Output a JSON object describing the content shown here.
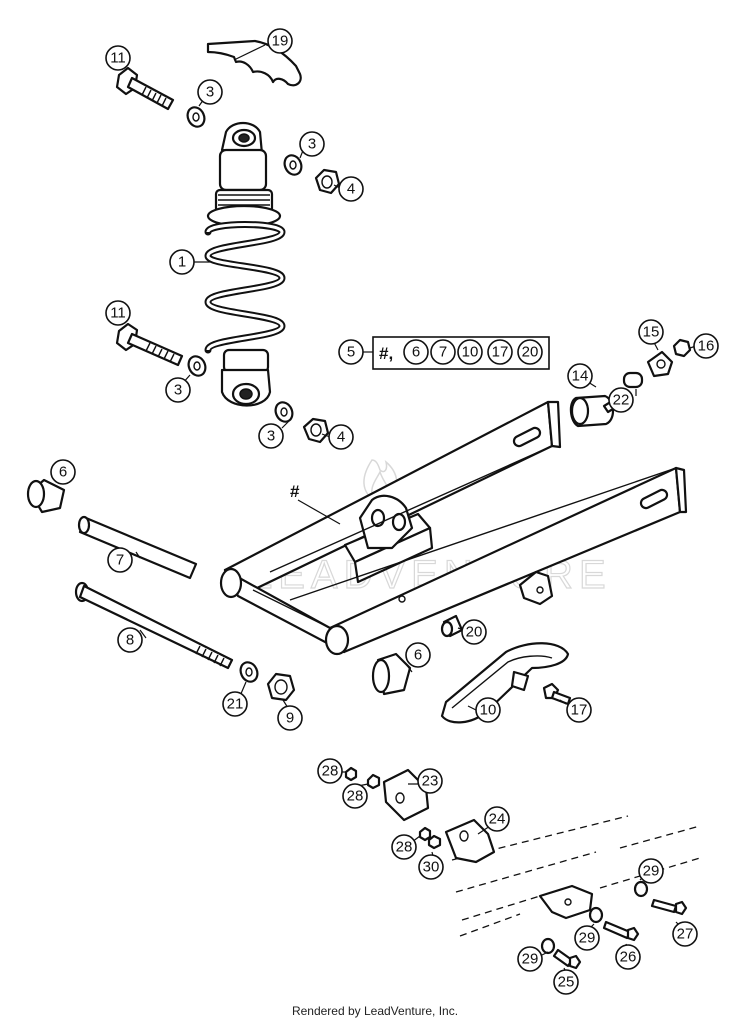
{
  "diagram": {
    "callouts": [
      {
        "id": "c11a",
        "label": "11"
      },
      {
        "id": "c19",
        "label": "19"
      },
      {
        "id": "c3a",
        "label": "3"
      },
      {
        "id": "c3b",
        "label": "3"
      },
      {
        "id": "c4a",
        "label": "4"
      },
      {
        "id": "c1",
        "label": "1"
      },
      {
        "id": "c11b",
        "label": "11"
      },
      {
        "id": "c3c",
        "label": "3"
      },
      {
        "id": "c3d",
        "label": "3"
      },
      {
        "id": "c4b",
        "label": "4"
      },
      {
        "id": "c15",
        "label": "15"
      },
      {
        "id": "c16",
        "label": "16"
      },
      {
        "id": "c14",
        "label": "14"
      },
      {
        "id": "c22",
        "label": "22"
      },
      {
        "id": "c6a",
        "label": "6"
      },
      {
        "id": "c7",
        "label": "7"
      },
      {
        "id": "c8",
        "label": "8"
      },
      {
        "id": "c20",
        "label": "20"
      },
      {
        "id": "c6b",
        "label": "6"
      },
      {
        "id": "c21",
        "label": "21"
      },
      {
        "id": "c9",
        "label": "9"
      },
      {
        "id": "c10",
        "label": "10"
      },
      {
        "id": "c17",
        "label": "17"
      },
      {
        "id": "c28a",
        "label": "28"
      },
      {
        "id": "c28b",
        "label": "28"
      },
      {
        "id": "c23",
        "label": "23"
      },
      {
        "id": "c24",
        "label": "24"
      },
      {
        "id": "c28c",
        "label": "28"
      },
      {
        "id": "c30",
        "label": "30"
      },
      {
        "id": "c29a",
        "label": "29"
      },
      {
        "id": "c27",
        "label": "27"
      },
      {
        "id": "c29b",
        "label": "29"
      },
      {
        "id": "c26",
        "label": "26"
      },
      {
        "id": "c29c",
        "label": "29"
      },
      {
        "id": "c25",
        "label": "25"
      }
    ],
    "kit": {
      "first": "5",
      "hash_prefix": "#,",
      "items": [
        "6",
        "7",
        "10",
        "17",
        "20"
      ]
    },
    "swingarm_marker": "#",
    "watermark": "LEADVENTURE"
  },
  "footer": {
    "credit": "Rendered by LeadVenture, Inc."
  }
}
